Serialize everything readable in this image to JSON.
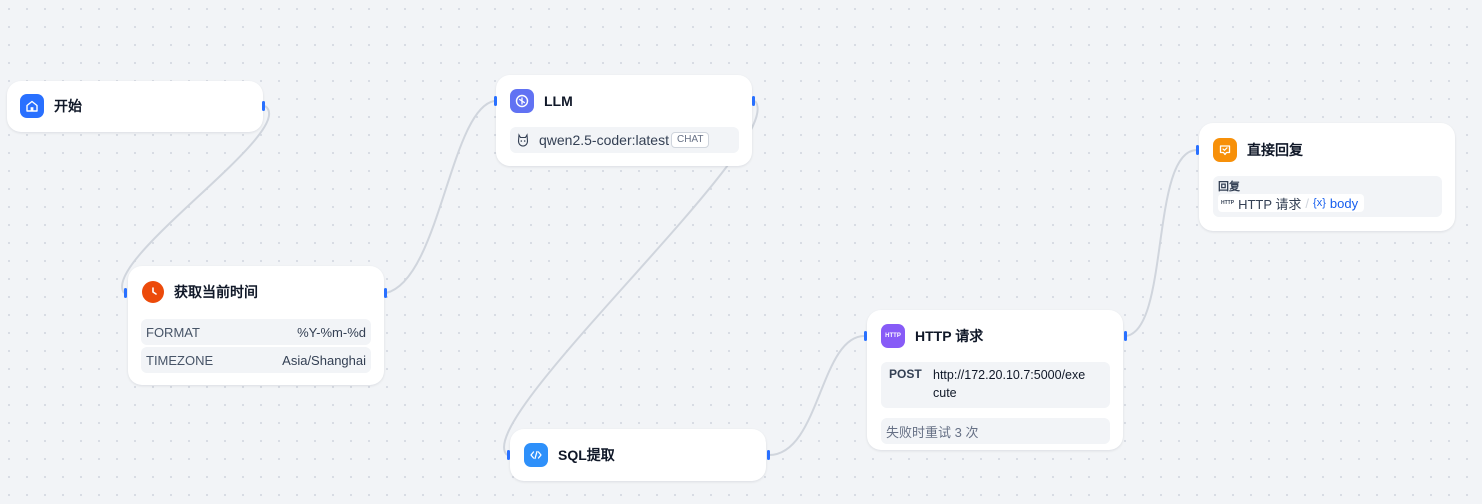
{
  "colors": {
    "accent": "#2970ff",
    "edge": "#d0d5dd",
    "start_icon": "#2970ff",
    "llm_icon": "#6172f3",
    "time_icon": "#ec4a0a",
    "code_icon": "#2e90fa",
    "http_icon": "#875bf7",
    "answer_icon": "#f79009"
  },
  "nodes": {
    "start": {
      "title": "开始",
      "icon": "home-icon"
    },
    "llm": {
      "title": "LLM",
      "icon": "openai-icon",
      "model": "qwen2.5-coder:latest",
      "mode": "CHAT"
    },
    "time": {
      "title": "获取当前时间",
      "icon": "clock-icon",
      "params": [
        {
          "key": "FORMAT",
          "value": "%Y-%m-%d"
        },
        {
          "key": "TIMEZONE",
          "value": "Asia/Shanghai"
        }
      ]
    },
    "sql": {
      "title": "SQL提取",
      "icon": "code-icon"
    },
    "http": {
      "title": "HTTP 请求",
      "icon": "http-icon",
      "icon_text": "HTTP",
      "method": "POST",
      "url_line1": "http://172.20.10.7:5000/exe",
      "url_line2": "cute",
      "retry": "失败时重试 3 次"
    },
    "answer": {
      "title": "直接回复",
      "icon": "reply-icon",
      "label": "回复",
      "ref_node_icon": "HTTP",
      "ref_node": "HTTP 请求",
      "ref_sep": "/",
      "ref_var_icon": "{x}",
      "ref_var": "body"
    }
  }
}
